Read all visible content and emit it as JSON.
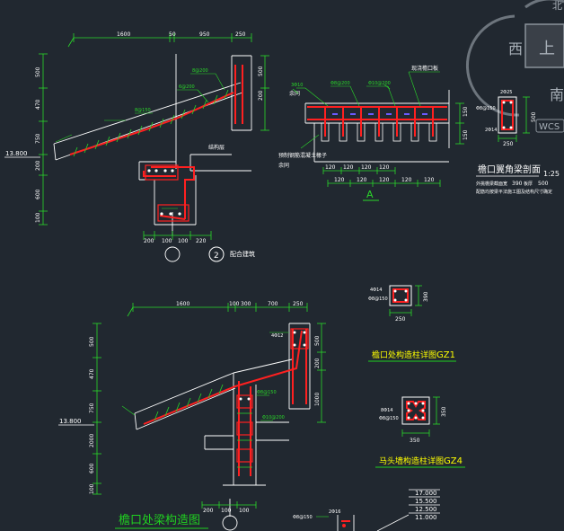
{
  "colors": {
    "background": "#212830",
    "line": "#ffffff",
    "dimension": "#2ad82a",
    "rebar": "#ff2020",
    "title": "#20d020",
    "annotation": "#ffff00",
    "compass": "#8a929a"
  },
  "viewcube": {
    "west": "西",
    "south": "南",
    "top": "上",
    "north_partial": "北",
    "wcs": "WCS"
  },
  "top_left_detail": {
    "dims_top": [
      "1600",
      "50",
      "950",
      "250"
    ],
    "dims_left": [
      "500",
      "470",
      "750",
      "200",
      "600",
      "100"
    ],
    "dims_right": [
      "500",
      "200"
    ],
    "elevation": "13.800",
    "dims_bottom": [
      "200",
      "100",
      "100",
      "220"
    ],
    "callout_number": "2",
    "callout_text": "配合建筑",
    "label_gutter_top": "结构层",
    "label_a": "8@200",
    "label_b": "6@200",
    "label_c": "8@150"
  },
  "section_a": {
    "label_left": "余同",
    "label_left_top": "3Φ10",
    "label_rebar": "Φ8@200",
    "label_rebar2": "Φ10@200",
    "label_right": "现浇檐口板",
    "label_bottom_left": "预制钢筋混凝土椽子",
    "label_bottom_left2": "余同",
    "dim_right": [
      "150",
      "150"
    ],
    "dims_bottom1": [
      "120",
      "120",
      "120",
      "120"
    ],
    "dims_bottom2": [
      "120",
      "120",
      "120",
      "120",
      "120"
    ],
    "title": "A"
  },
  "corner_beam": {
    "top_rebar": "2Φ25",
    "stirrup": "Φ8@150",
    "bottom_rebar": "2Φ14",
    "dim_w": "250",
    "dim_h": "500",
    "title": "檐口翼角梁剖面",
    "scale": "1:25",
    "note1": "外挑檐梁截面宽",
    "note1_value_a": "390",
    "note1_mid": "板厚",
    "note1_value_b": "500",
    "note2": "配筋均按梁平法施工图及结构尺寸确定"
  },
  "gz1": {
    "rebar": "4Φ14",
    "stirrup": "Φ8@150",
    "dim_w": "250",
    "dim_h": "390",
    "title": "檐口处构造柱详图",
    "code": "GZ1"
  },
  "gz4": {
    "rebar": "8Φ14",
    "stirrup": "Φ8@150",
    "dim_w": "350",
    "dim_h": "350",
    "title": "马头墙构造柱详图",
    "code": "GZ4"
  },
  "bottom_detail": {
    "dims_top": [
      "1600",
      "100",
      "300",
      "700",
      "250"
    ],
    "dims_left": [
      "500",
      "470",
      "750",
      "2000",
      "600",
      "100"
    ],
    "dims_right": [
      "500",
      "200",
      "1000"
    ],
    "elevation": "13.800",
    "dims_bottom": [
      "200",
      "100",
      "100"
    ],
    "title": "檐口处梁构造图",
    "label_4d": "4Φ12",
    "label_s": "Φ8@150",
    "label_r": "Φ10@200"
  },
  "elevations": [
    "17.000",
    "15.500",
    "12.500",
    "11.000"
  ],
  "bottom_fragment": {
    "a": "Φ8@150",
    "b": "2Φ16"
  }
}
